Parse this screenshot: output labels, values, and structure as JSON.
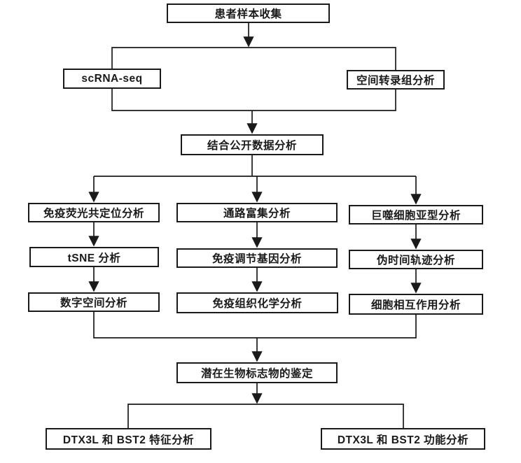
{
  "diagram": {
    "type": "flowchart",
    "background_color": "#ffffff",
    "line_color": "#1a1a1a",
    "box_border_color": "#1a1a1a",
    "text_color": "#1a1a1a",
    "nodes": {
      "patient_sample": "患者样本收集",
      "scrna_seq": "scRNA-seq",
      "spatial_transcriptomics": "空间转录组分析",
      "combined_public_data": "结合公开数据分析",
      "if_colocalization": "免疫荧光共定位分析",
      "pathway_enrichment": "通路富集分析",
      "macrophage_subtype": "巨噬细胞亚型分析",
      "tsne_analysis": "tSNE 分析",
      "immune_regulatory_gene": "免疫调节基因分析",
      "pseudotime_trajectory": "伪时间轨迹分析",
      "digital_spatial": "数字空间分析",
      "immunohistochemistry": "免疫组织化学分析",
      "cell_interaction": "细胞相互作用分析",
      "biomarker_identification": "潜在生物标志物的鉴定",
      "dtx3l_bst2_feature": "DTX3L 和 BST2 特征分析",
      "dtx3l_bst2_function": "DTX3L 和 BST2 功能分析"
    },
    "edges": [
      "patient_sample -> scrna_seq",
      "patient_sample -> spatial_transcriptomics",
      "scrna_seq -> combined_public_data",
      "spatial_transcriptomics -> combined_public_data",
      "combined_public_data -> if_colocalization",
      "combined_public_data -> pathway_enrichment",
      "combined_public_data -> macrophage_subtype",
      "if_colocalization -> tsne_analysis",
      "tsne_analysis -> digital_spatial",
      "pathway_enrichment -> immune_regulatory_gene",
      "immune_regulatory_gene -> immunohistochemistry",
      "macrophage_subtype -> pseudotime_trajectory",
      "pseudotime_trajectory -> cell_interaction",
      "digital_spatial -> biomarker_identification",
      "cell_interaction -> biomarker_identification",
      "biomarker_identification -> dtx3l_bst2_feature",
      "biomarker_identification -> dtx3l_bst2_function"
    ]
  }
}
